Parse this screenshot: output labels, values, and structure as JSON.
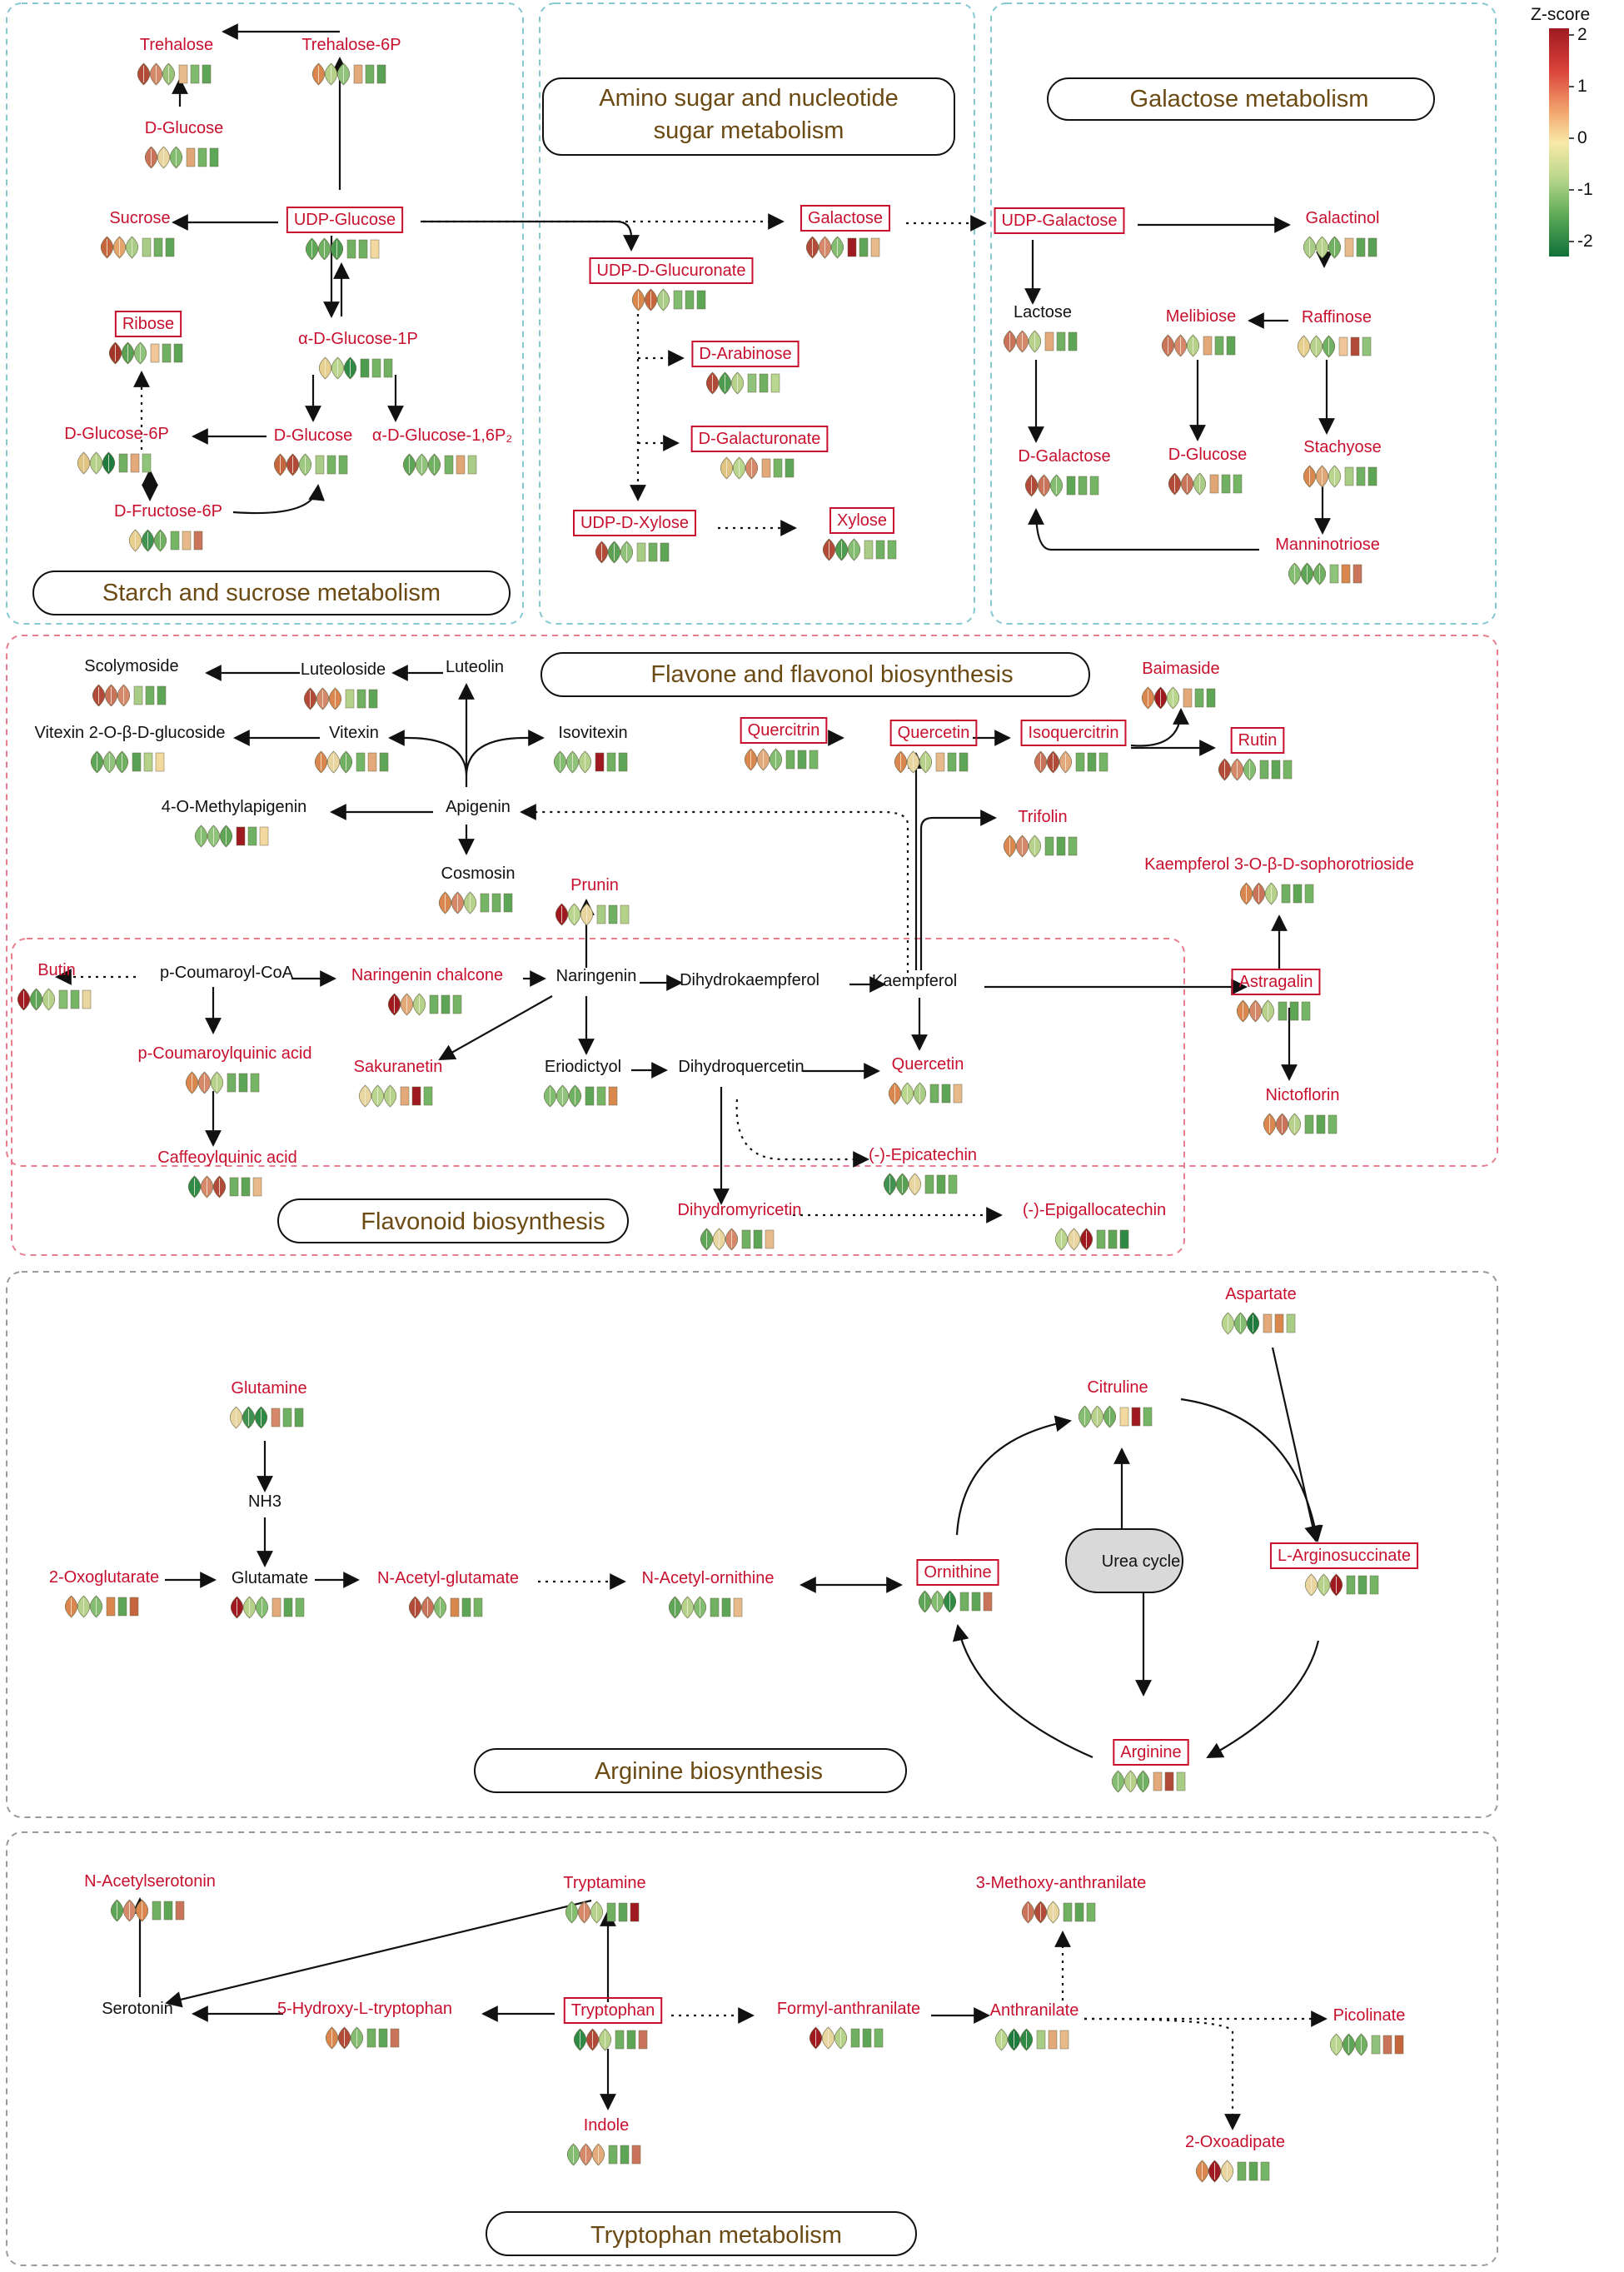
{
  "legend": {
    "title": "Z-score",
    "ticks": [
      "2",
      "1",
      "0",
      "-1",
      "-2"
    ],
    "colors": [
      "#9e1a20",
      "#d9413a",
      "#f2a36b",
      "#f9e9a8",
      "#b7d68a",
      "#5daa57",
      "#10703a"
    ]
  },
  "colors": {
    "red_label": "#c8102e",
    "black_label": "#111111",
    "title_brown": "#6b4a14",
    "box_cyan": "#86c8d0",
    "box_pink": "#e87d8e",
    "box_gray": "#9a9a9a"
  },
  "pathways": {
    "starch": "Starch and sucrose metabolism",
    "amino_line1": "Amino sugar and nucleotide",
    "amino_line2": "sugar metabolism",
    "galactose": "Galactose metabolism",
    "flavone": "Flavone and flavonol  biosynthesis",
    "flavonoid": "Flavonoid biosynthesis",
    "arginine": "Arginine biosynthesis",
    "tryptophan": "Tryptophan metabolism",
    "urea": "Urea cycle"
  },
  "metabolites": [
    {
      "id": "trehalose",
      "label": "Trehalose",
      "red": true,
      "boxed": false,
      "sw": [
        "#b24a3a",
        "#d6896a",
        "#99c177",
        "#e8b98a",
        "#7fba6e",
        "#5fa558"
      ]
    },
    {
      "id": "trehalose6p",
      "label": "Trehalose-6P",
      "red": true,
      "boxed": false,
      "sw": [
        "#d9874f",
        "#b5d18a",
        "#8fc27a",
        "#e3a97a",
        "#6fb062",
        "#5aa055"
      ]
    },
    {
      "id": "dglucose_a",
      "label": "D-Glucose",
      "red": true,
      "boxed": false,
      "sw": [
        "#c9745a",
        "#e9d5a0",
        "#82bd71",
        "#e0a675",
        "#74b566",
        "#5ea658"
      ]
    },
    {
      "id": "sucrose",
      "label": "Sucrose",
      "red": true,
      "boxed": false,
      "sw": [
        "#c5663f",
        "#e3a56c",
        "#a9cd86",
        "#a9cd86",
        "#6fb062",
        "#5fa558"
      ]
    },
    {
      "id": "udpglucose",
      "label": "UDP-Glucose",
      "red": true,
      "boxed": true,
      "sw": [
        "#5da856",
        "#6fb062",
        "#4c9a50",
        "#6fb062",
        "#6fb062",
        "#f3d9a0"
      ]
    },
    {
      "id": "ribose",
      "label": "Ribose",
      "red": true,
      "boxed": true,
      "sw": [
        "#a33528",
        "#5aa055",
        "#8fc27a",
        "#f0c69a",
        "#6fb062",
        "#5fa558"
      ]
    },
    {
      "id": "aglucose1p",
      "label": "α-D-Glucose-1P",
      "red": true,
      "boxed": false,
      "sw": [
        "#e7cf8f",
        "#b9d68e",
        "#2f8a45",
        "#4d9c4f",
        "#74b566",
        "#6fb062"
      ]
    },
    {
      "id": "dglucose6p",
      "label": "D-Glucose-6P",
      "red": true,
      "boxed": false,
      "sw": [
        "#e0c483",
        "#b5d18a",
        "#1e7a3e",
        "#6fb062",
        "#e3a97a",
        "#8fc27a"
      ]
    },
    {
      "id": "dglucose_b",
      "label": "D-Glucose",
      "red": true,
      "boxed": false,
      "sw": [
        "#c5663f",
        "#b24a3a",
        "#9dc880",
        "#a9cd86",
        "#74b566",
        "#6fb062"
      ]
    },
    {
      "id": "aglucose16p",
      "label": "α-D-Glucose-1,6P₂",
      "red": true,
      "boxed": false,
      "sw": [
        "#5fa558",
        "#8fc27a",
        "#6fb062",
        "#74b566",
        "#e0a675",
        "#a9cd86"
      ]
    },
    {
      "id": "dfructose6p",
      "label": "D-Fructose-6P",
      "red": true,
      "boxed": false,
      "sw": [
        "#e7cf8f",
        "#3f9250",
        "#6fb062",
        "#74b566",
        "#e8b98a",
        "#c9745a"
      ]
    },
    {
      "id": "galactose",
      "label": "Galactose",
      "red": true,
      "boxed": true,
      "sw": [
        "#b24a3a",
        "#d6896a",
        "#82bd71",
        "#9e1a20",
        "#5fa558",
        "#e8b98a"
      ]
    },
    {
      "id": "udpglucuronate",
      "label": "UDP-D-Glucuronate",
      "red": true,
      "boxed": true,
      "sw": [
        "#d9874f",
        "#c5663f",
        "#a9cd86",
        "#82bd71",
        "#6fb062",
        "#5fa558"
      ]
    },
    {
      "id": "arabinose",
      "label": "D-Arabinose",
      "red": true,
      "boxed": true,
      "sw": [
        "#b24a3a",
        "#4d9c4f",
        "#b5d18a",
        "#8fc27a",
        "#6fb062",
        "#b9d68e"
      ]
    },
    {
      "id": "galacturonate",
      "label": "D-Galacturonate",
      "red": true,
      "boxed": true,
      "sw": [
        "#e0c483",
        "#b9d68e",
        "#d6896a",
        "#e3a97a",
        "#74b566",
        "#5fa558"
      ]
    },
    {
      "id": "udpxylose",
      "label": "UDP-D-Xylose",
      "red": true,
      "boxed": true,
      "sw": [
        "#b24a3a",
        "#5aa055",
        "#8fc27a",
        "#a9cd86",
        "#6fb062",
        "#5fa558"
      ]
    },
    {
      "id": "xylose",
      "label": "Xylose",
      "red": true,
      "boxed": true,
      "sw": [
        "#b24a3a",
        "#4d9c4f",
        "#82bd71",
        "#a9cd86",
        "#6fb062",
        "#74b566"
      ]
    },
    {
      "id": "udpgalactose",
      "label": "UDP-Galactose",
      "red": true,
      "boxed": true,
      "sw": []
    },
    {
      "id": "galactinol",
      "label": "Galactinol",
      "red": true,
      "boxed": false,
      "sw": [
        "#a9cd86",
        "#b5d18a",
        "#6fb062",
        "#e8b98a",
        "#5fa558",
        "#5aa055"
      ]
    },
    {
      "id": "lactose",
      "label": "Lactose",
      "red": false,
      "boxed": false,
      "sw": [
        "#c9745a",
        "#d6896a",
        "#b5d18a",
        "#e3a97a",
        "#6fb062",
        "#5fa558"
      ]
    },
    {
      "id": "melibiose",
      "label": "Melibiose",
      "red": true,
      "boxed": false,
      "sw": [
        "#c9745a",
        "#d6896a",
        "#b5d18a",
        "#e3a97a",
        "#6fb062",
        "#5fa558"
      ]
    },
    {
      "id": "raffinose",
      "label": "Raffinose",
      "red": true,
      "boxed": false,
      "sw": [
        "#e7cf8f",
        "#b5d18a",
        "#6fb062",
        "#f0c69a",
        "#b24a3a",
        "#8fc27a"
      ]
    },
    {
      "id": "dgalactose",
      "label": "D-Galactose",
      "red": true,
      "boxed": false,
      "sw": [
        "#b24a3a",
        "#c9745a",
        "#82bd71",
        "#5fa558",
        "#6fb062",
        "#74b566"
      ]
    },
    {
      "id": "dglucose_c",
      "label": "D-Glucose",
      "red": true,
      "boxed": false,
      "sw": [
        "#b24a3a",
        "#c9745a",
        "#a9cd86",
        "#e0a675",
        "#6fb062",
        "#74b566"
      ]
    },
    {
      "id": "stachyose",
      "label": "Stachyose",
      "red": true,
      "boxed": false,
      "sw": [
        "#d9874f",
        "#e0a675",
        "#b9d68e",
        "#a9cd86",
        "#6fb062",
        "#5fa558"
      ]
    },
    {
      "id": "manninotriose",
      "label": "Manninotriose",
      "red": true,
      "boxed": false,
      "sw": [
        "#82bd71",
        "#5fa558",
        "#6fb062",
        "#8fc27a",
        "#d9874f",
        "#c9745a"
      ]
    },
    {
      "id": "scolymoside",
      "label": "Scolymoside",
      "red": false,
      "boxed": false,
      "sw": [
        "#b24a3a",
        "#c9745a",
        "#d6896a",
        "#a9cd86",
        "#6fb062",
        "#5fa558"
      ]
    },
    {
      "id": "luteoloside",
      "label": "Luteoloside",
      "red": false,
      "boxed": false,
      "sw": [
        "#b24a3a",
        "#d6896a",
        "#d9874f",
        "#b5d18a",
        "#6fb062",
        "#5fa558"
      ]
    },
    {
      "id": "luteolin",
      "label": "Luteolin",
      "red": false,
      "boxed": false,
      "sw": []
    },
    {
      "id": "vitexin2o",
      "label": "Vitexin 2-O-β-D-glucoside",
      "red": false,
      "boxed": false,
      "sw": [
        "#5fa558",
        "#8fc27a",
        "#6fb062",
        "#5aa055",
        "#b5d18a",
        "#f3d9a0"
      ]
    },
    {
      "id": "vitexin",
      "label": "Vitexin",
      "red": false,
      "boxed": false,
      "sw": [
        "#d9874f",
        "#e9d5a0",
        "#6fb062",
        "#74b566",
        "#e3a97a",
        "#5fa558"
      ]
    },
    {
      "id": "isovitexin",
      "label": "Isovitexin",
      "red": false,
      "boxed": false,
      "sw": [
        "#82bd71",
        "#8fc27a",
        "#b5d18a",
        "#9e1a20",
        "#6fb062",
        "#5fa558"
      ]
    },
    {
      "id": "methylapigenin",
      "label": "4-O-Methylapigenin",
      "red": false,
      "boxed": false,
      "sw": [
        "#82bd71",
        "#8fc27a",
        "#5fa558",
        "#9e1a20",
        "#6fb062",
        "#f3d9a0"
      ]
    },
    {
      "id": "apigenin",
      "label": "Apigenin",
      "red": false,
      "boxed": false,
      "sw": []
    },
    {
      "id": "cosmosin",
      "label": "Cosmosin",
      "red": false,
      "boxed": false,
      "sw": [
        "#d9874f",
        "#d6896a",
        "#b5d18a",
        "#74b566",
        "#6fb062",
        "#5fa558"
      ]
    },
    {
      "id": "quercitrin",
      "label": "Quercitrin",
      "red": true,
      "boxed": true,
      "sw": [
        "#d9874f",
        "#e3a97a",
        "#82bd71",
        "#6fb062",
        "#5fa558",
        "#74b566"
      ]
    },
    {
      "id": "quercetin_a",
      "label": "Quercetin",
      "red": true,
      "boxed": true,
      "sw": [
        "#d9874f",
        "#e9d5a0",
        "#b5d18a",
        "#e8b98a",
        "#6fb062",
        "#5fa558"
      ]
    },
    {
      "id": "isoquercitrin",
      "label": "Isoquercitrin",
      "red": true,
      "boxed": true,
      "sw": [
        "#c9745a",
        "#b24a3a",
        "#e3a97a",
        "#6fb062",
        "#5fa558",
        "#74b566"
      ]
    },
    {
      "id": "baimaside",
      "label": "Baimaside",
      "red": true,
      "boxed": false,
      "sw": [
        "#d9874f",
        "#9e1a20",
        "#b9d68e",
        "#e3a97a",
        "#6fb062",
        "#5fa558"
      ]
    },
    {
      "id": "rutin",
      "label": "Rutin",
      "red": true,
      "boxed": true,
      "sw": [
        "#b24a3a",
        "#d6896a",
        "#82bd71",
        "#6fb062",
        "#5fa558",
        "#74b566"
      ]
    },
    {
      "id": "trifolin",
      "label": "Trifolin",
      "red": true,
      "boxed": false,
      "sw": [
        "#d9874f",
        "#d6896a",
        "#b5d18a",
        "#6fb062",
        "#5fa558",
        "#74b566"
      ]
    },
    {
      "id": "kaempferolsoph",
      "label": "Kaempferol 3-O-β-D-sophorotrioside",
      "red": true,
      "boxed": false,
      "sw": [
        "#d9874f",
        "#c9745a",
        "#b5d18a",
        "#6fb062",
        "#5fa558",
        "#74b566"
      ]
    },
    {
      "id": "prunin",
      "label": "Prunin",
      "red": true,
      "boxed": false,
      "sw": [
        "#9e1a20",
        "#b9d68e",
        "#e9d5a0",
        "#a9cd86",
        "#6fb062",
        "#b5d18a"
      ]
    },
    {
      "id": "butin",
      "label": "Butin",
      "red": true,
      "boxed": false,
      "sw": [
        "#9e1a20",
        "#5fa558",
        "#b5d18a",
        "#82bd71",
        "#74b566",
        "#e9d5a0"
      ]
    },
    {
      "id": "coumaroylcoa",
      "label": "p-Coumaroyl-CoA",
      "red": false,
      "boxed": false,
      "sw": []
    },
    {
      "id": "naringeninchalcone",
      "label": "Naringenin chalcone",
      "red": true,
      "boxed": false,
      "sw": [
        "#9e1a20",
        "#e3a97a",
        "#b5d18a",
        "#6fb062",
        "#5fa558",
        "#74b566"
      ]
    },
    {
      "id": "naringenin",
      "label": "Naringenin",
      "red": false,
      "boxed": false,
      "sw": []
    },
    {
      "id": "dihydrokaempferol",
      "label": "Dihydrokaempferol",
      "red": false,
      "boxed": false,
      "sw": []
    },
    {
      "id": "kaempferol",
      "label": "Kaempferol",
      "red": false,
      "boxed": false,
      "sw": []
    },
    {
      "id": "astragalin",
      "label": "Astragalin",
      "red": true,
      "boxed": true,
      "sw": [
        "#d9874f",
        "#d6896a",
        "#b5d18a",
        "#6fb062",
        "#5fa558",
        "#74b566"
      ]
    },
    {
      "id": "nictoflorin",
      "label": "Nictoflorin",
      "red": true,
      "boxed": false,
      "sw": [
        "#d9874f",
        "#c9745a",
        "#b5d18a",
        "#6fb062",
        "#5fa558",
        "#74b566"
      ]
    },
    {
      "id": "coumaroylquinic",
      "label": "p-Coumaroylquinic acid",
      "red": true,
      "boxed": false,
      "sw": [
        "#d9874f",
        "#d6896a",
        "#b5d18a",
        "#6fb062",
        "#5fa558",
        "#74b566"
      ]
    },
    {
      "id": "caffeoylquinic",
      "label": "Caffeoylquinic acid",
      "red": true,
      "boxed": false,
      "sw": [
        "#2f8a45",
        "#d6896a",
        "#b24a3a",
        "#6fb062",
        "#5fa558",
        "#e8b98a"
      ]
    },
    {
      "id": "sakuranetin",
      "label": "Sakuranetin",
      "red": true,
      "boxed": false,
      "sw": [
        "#e9d5a0",
        "#b9d68e",
        "#b5d18a",
        "#e3a97a",
        "#9e1a20",
        "#74b566"
      ]
    },
    {
      "id": "eriodictyol",
      "label": "Eriodictyol",
      "red": false,
      "boxed": false,
      "sw": [
        "#82bd71",
        "#8fc27a",
        "#6fb062",
        "#5fa558",
        "#74b566",
        "#d9874f"
      ]
    },
    {
      "id": "dihydroquercetin",
      "label": "Dihydroquercetin",
      "red": false,
      "boxed": false,
      "sw": []
    },
    {
      "id": "quercetin_b",
      "label": "Quercetin",
      "red": true,
      "boxed": false,
      "sw": [
        "#d9874f",
        "#b9d68e",
        "#a9cd86",
        "#6fb062",
        "#5fa558",
        "#e8b98a"
      ]
    },
    {
      "id": "epicatechin",
      "label": "(-)-Epicatechin",
      "red": true,
      "boxed": false,
      "sw": [
        "#3f9250",
        "#5aa055",
        "#e9d5a0",
        "#6fb062",
        "#5fa558",
        "#74b566"
      ]
    },
    {
      "id": "dihydromyricetin",
      "label": "Dihydromyricetin",
      "red": true,
      "boxed": false,
      "sw": [
        "#5fa558",
        "#e9d5a0",
        "#d6896a",
        "#6fb062",
        "#5fa558",
        "#e8b98a"
      ]
    },
    {
      "id": "epigallocatechin",
      "label": "(-)-Epigallocatechin",
      "red": true,
      "boxed": false,
      "sw": [
        "#b9d68e",
        "#e9d5a0",
        "#9e1a20",
        "#6fb062",
        "#5fa558",
        "#2f8a45"
      ]
    },
    {
      "id": "glutamine",
      "label": "Glutamine",
      "red": true,
      "boxed": false,
      "sw": [
        "#e9d5a0",
        "#3f9250",
        "#2f8a45",
        "#d6896a",
        "#6fb062",
        "#5fa558"
      ]
    },
    {
      "id": "nh3",
      "label": "NH3",
      "red": false,
      "boxed": false,
      "sw": []
    },
    {
      "id": "oxoglutarate",
      "label": "2-Oxoglutarate",
      "red": true,
      "boxed": false,
      "sw": [
        "#d9874f",
        "#b5d18a",
        "#82bd71",
        "#d9874f",
        "#5fa558",
        "#c5663f"
      ]
    },
    {
      "id": "glutamate",
      "label": "Glutamate",
      "red": false,
      "boxed": false,
      "sw": [
        "#9e1a20",
        "#b5d18a",
        "#82bd71",
        "#e3a97a",
        "#5fa558",
        "#74b566"
      ]
    },
    {
      "id": "acetylglutamate",
      "label": "N-Acetyl-glutamate",
      "red": true,
      "boxed": false,
      "sw": [
        "#b24a3a",
        "#c9745a",
        "#82bd71",
        "#d9874f",
        "#5fa558",
        "#74b566"
      ]
    },
    {
      "id": "acetylornithine",
      "label": "N-Acetyl-ornithine",
      "red": true,
      "boxed": false,
      "sw": [
        "#5fa558",
        "#b5d18a",
        "#82bd71",
        "#6fb062",
        "#5fa558",
        "#e8b98a"
      ]
    },
    {
      "id": "ornithine",
      "label": "Ornithine",
      "red": true,
      "boxed": true,
      "sw": [
        "#5fa558",
        "#82bd71",
        "#2f8a45",
        "#6fb062",
        "#5fa558",
        "#c9745a"
      ]
    },
    {
      "id": "citruline",
      "label": "Citruline",
      "red": true,
      "boxed": false,
      "sw": [
        "#82bd71",
        "#b5d18a",
        "#6fb062",
        "#f3d9a0",
        "#9e1a20",
        "#74b566"
      ]
    },
    {
      "id": "aspartate",
      "label": "Aspartate",
      "red": true,
      "boxed": false,
      "sw": [
        "#b9d68e",
        "#82bd71",
        "#1e7a3e",
        "#e3a97a",
        "#d9874f",
        "#a9cd86"
      ]
    },
    {
      "id": "arginosuccinate",
      "label": "L-Arginosuccinate",
      "red": true,
      "boxed": true,
      "sw": [
        "#e9d5a0",
        "#b5d18a",
        "#9e1a20",
        "#6fb062",
        "#5fa558",
        "#74b566"
      ]
    },
    {
      "id": "arginine",
      "label": "Arginine",
      "red": true,
      "boxed": true,
      "sw": [
        "#82bd71",
        "#b5d18a",
        "#6fb062",
        "#e3a97a",
        "#b24a3a",
        "#a9cd86"
      ]
    },
    {
      "id": "acetylserotonin",
      "label": "N-Acetylserotonin",
      "red": true,
      "boxed": false,
      "sw": [
        "#5fa558",
        "#d6896a",
        "#d9874f",
        "#6fb062",
        "#5fa558",
        "#c9745a"
      ]
    },
    {
      "id": "tryptamine",
      "label": "Tryptamine",
      "red": true,
      "boxed": false,
      "sw": [
        "#82bd71",
        "#d6896a",
        "#b5d18a",
        "#6fb062",
        "#5fa558",
        "#9e1a20"
      ]
    },
    {
      "id": "methoxyanthranilate",
      "label": "3-Methoxy-anthranilate",
      "red": true,
      "boxed": false,
      "sw": [
        "#c9745a",
        "#b24a3a",
        "#e9d5a0",
        "#6fb062",
        "#5fa558",
        "#74b566"
      ]
    },
    {
      "id": "serotonin",
      "label": "Serotonin",
      "red": false,
      "boxed": false,
      "sw": []
    },
    {
      "id": "hydroxytryptophan",
      "label": "5-Hydroxy-L-tryptophan",
      "red": true,
      "boxed": false,
      "sw": [
        "#d9874f",
        "#b24a3a",
        "#82bd71",
        "#6fb062",
        "#5fa558",
        "#c9745a"
      ]
    },
    {
      "id": "tryptophan",
      "label": "Tryptophan",
      "red": true,
      "boxed": true,
      "sw": [
        "#2f8a45",
        "#b24a3a",
        "#b5d18a",
        "#6fb062",
        "#5fa558",
        "#c9745a"
      ]
    },
    {
      "id": "formylanthranilate",
      "label": "Formyl-anthranilate",
      "red": true,
      "boxed": false,
      "sw": [
        "#9e1a20",
        "#e9d5a0",
        "#b5d18a",
        "#6fb062",
        "#5fa558",
        "#74b566"
      ]
    },
    {
      "id": "anthranilate",
      "label": "Anthranilate",
      "red": true,
      "boxed": false,
      "sw": [
        "#b9d68e",
        "#1e7a3e",
        "#2f8a45",
        "#a9cd86",
        "#e3a97a",
        "#e8b98a"
      ]
    },
    {
      "id": "picolinate",
      "label": "Picolinate",
      "red": true,
      "boxed": false,
      "sw": [
        "#b9d68e",
        "#5fa558",
        "#6fb062",
        "#8fc27a",
        "#c9745a",
        "#c5663f"
      ]
    },
    {
      "id": "oxoadipate",
      "label": "2-Oxoadipate",
      "red": true,
      "boxed": false,
      "sw": [
        "#d9874f",
        "#9e1a20",
        "#e9d5a0",
        "#6fb062",
        "#5fa558",
        "#74b566"
      ]
    },
    {
      "id": "indole",
      "label": "Indole",
      "red": true,
      "boxed": false,
      "sw": [
        "#82bd71",
        "#d6896a",
        "#e3a97a",
        "#6fb062",
        "#5fa558",
        "#c9745a"
      ]
    }
  ]
}
